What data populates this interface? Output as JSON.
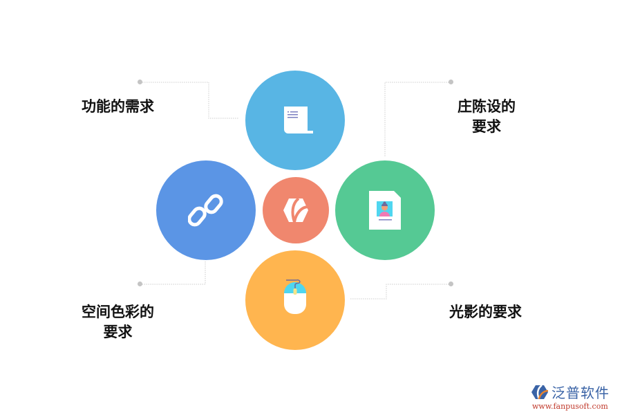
{
  "diagram": {
    "center": {
      "icon": "brand-logo-icon",
      "color": "#F0876E"
    },
    "nodes": [
      {
        "id": "top",
        "label_lines": [
          "功能的需求"
        ],
        "icon": "scroll-document-icon",
        "color": "#58B5E4"
      },
      {
        "id": "right",
        "label_lines": [
          "庄陈设的",
          "要求"
        ],
        "icon": "id-photo-file-icon",
        "color": "#55C994"
      },
      {
        "id": "bottom",
        "label_lines": [
          "光影的要求"
        ],
        "icon": "mouse-icon",
        "color": "#FFB54F"
      },
      {
        "id": "left",
        "label_lines": [
          "空间色彩的",
          "要求"
        ],
        "icon": "link-chain-icon",
        "color": "#5B95E5"
      }
    ]
  },
  "watermark": {
    "name": "泛普软件",
    "url": "www.fanpusoft.com"
  }
}
